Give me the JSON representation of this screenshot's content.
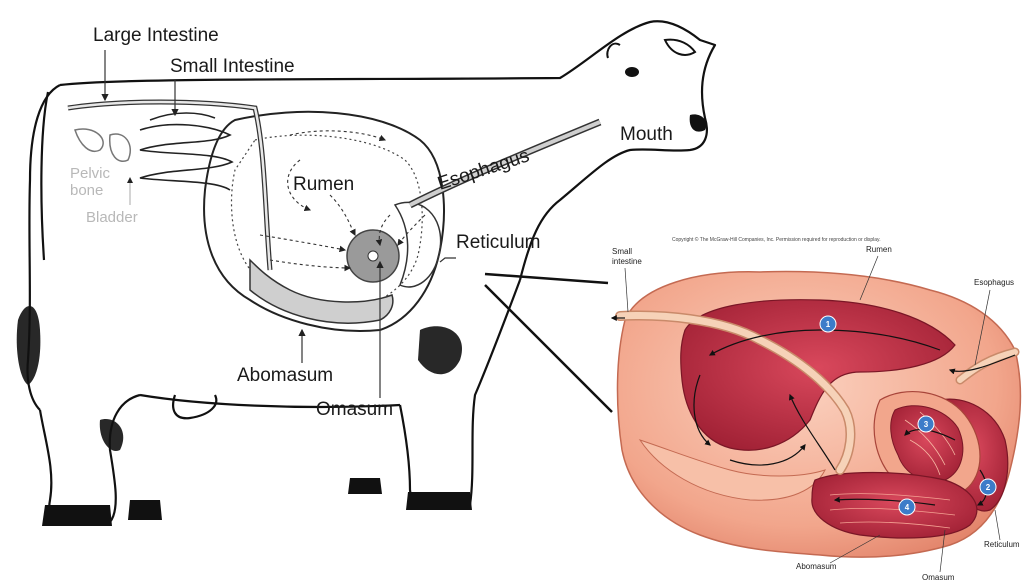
{
  "cow_labels": {
    "large_intestine": "Large Intestine",
    "small_intestine": "Small Intestine",
    "pelvic_bone": [
      "Pelvic",
      "bone"
    ],
    "bladder": "Bladder",
    "rumen": "Rumen",
    "esophagus": "Esophagus",
    "mouth": "Mouth",
    "reticulum": "Reticulum",
    "abomasum": "Abomasum",
    "omasum": "Omasum"
  },
  "inset": {
    "copyright": "Copyright © The McGraw-Hill Companies, Inc. Permission required for reproduction or display.",
    "labels": {
      "small_intestine": [
        "Small",
        "intestine"
      ],
      "rumen": "Rumen",
      "esophagus": "Esophagus",
      "reticulum": "Reticulum",
      "abomasum": "Abomasum",
      "omasum": "Omasum"
    },
    "steps": [
      "1",
      "2",
      "3",
      "4"
    ]
  },
  "colors": {
    "stomach_outer": "#f2a68c",
    "stomach_inner": "#b8283f",
    "intestine": "#f6d2b8",
    "step_badge": "#3d7cc9"
  }
}
